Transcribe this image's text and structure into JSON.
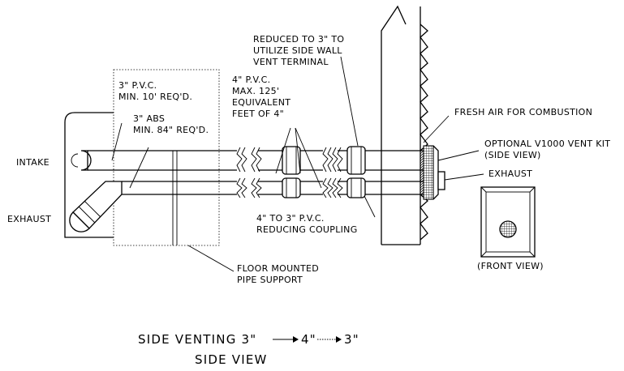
{
  "labels": {
    "intake": "INTAKE",
    "exhaust_left": "EXHAUST",
    "pvc3_line1": "3\" P.V.C.",
    "pvc3_line2": "MIN. 10' REQ'D.",
    "abs_line1": "3\" ABS",
    "abs_line2": "MIN. 84\" REQ'D.",
    "pvc4_line1": "4\" P.V.C.",
    "pvc4_line2": "MAX. 125'",
    "pvc4_line3": "EQUIVALENT",
    "pvc4_line4": "FEET OF 4\"",
    "reduced_line1": "REDUCED TO 3\" TO",
    "reduced_line2": "UTILIZE SIDE WALL",
    "reduced_line3": "VENT TERMINAL",
    "fresh_air": "FRESH AIR FOR COMBUSTION",
    "vent_kit_line1": "OPTIONAL V1000 VENT KIT",
    "vent_kit_line2": "(SIDE VIEW)",
    "exhaust_right": "EXHAUST",
    "coupling_line1": "4\" TO 3\" P.V.C.",
    "coupling_line2": "REDUCING COUPLING",
    "support_line1": "FLOOR MOUNTED",
    "support_line2": "PIPE SUPPORT",
    "front_view": "(FRONT VIEW)"
  },
  "title": {
    "line1_part1": "SIDE VENTING 3\"",
    "line1_part2": "4\"",
    "line1_part3": "3\"",
    "line2": "SIDE VIEW"
  }
}
